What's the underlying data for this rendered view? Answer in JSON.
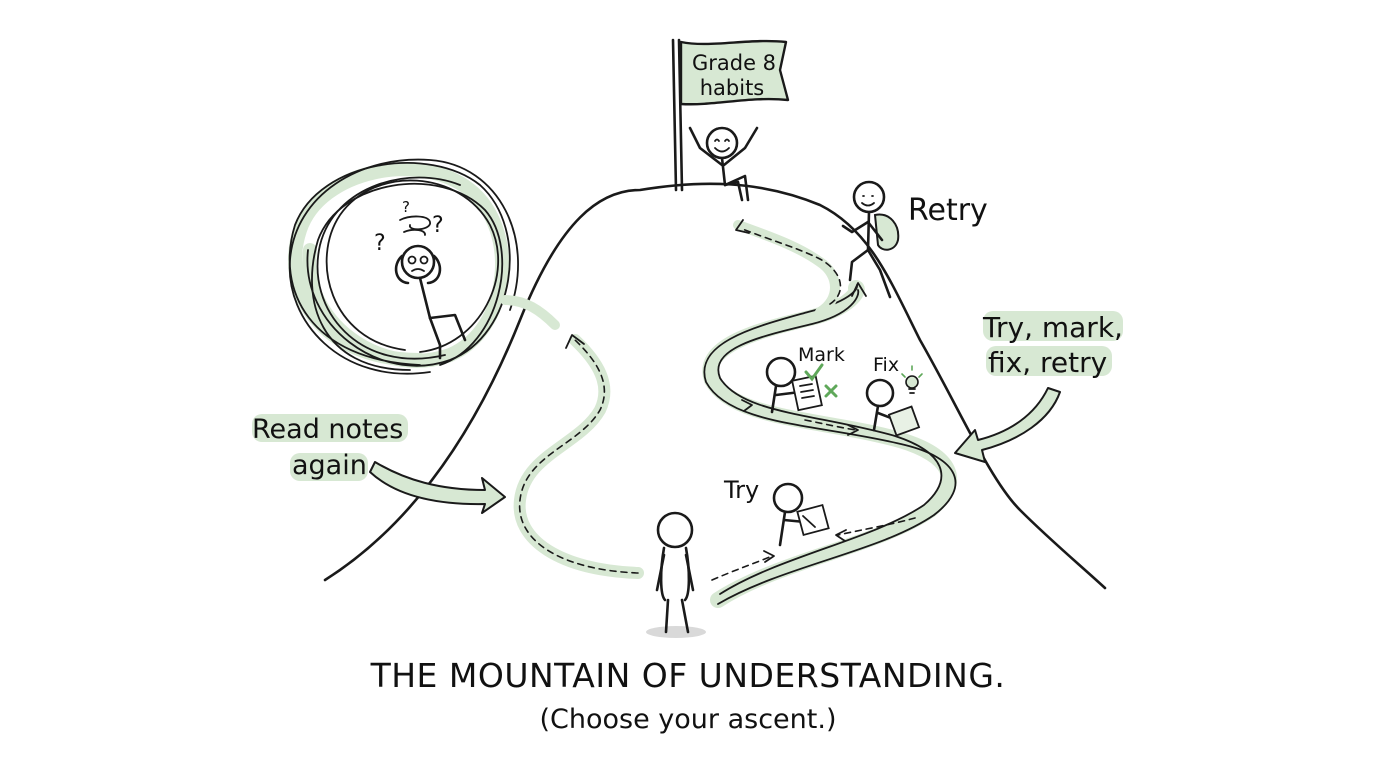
{
  "title": "THE MOUNTAIN OF UNDERSTANDING.",
  "subtitle": "(Choose your ascent.)",
  "flag": {
    "line1": "Grade 8",
    "line2": "habits"
  },
  "labels": {
    "retry": "Retry",
    "try_mark_fix_line1": "Try, mark,",
    "try_mark_fix_line2": "fix, retry",
    "read_notes_line1": "Read notes",
    "read_notes_line2": "again",
    "mark": "Mark",
    "fix": "Fix",
    "try": "Try"
  },
  "colors": {
    "accent_green": "#d7e8d3",
    "ink": "#1a1a1a",
    "check_green": "#5fa85a"
  }
}
